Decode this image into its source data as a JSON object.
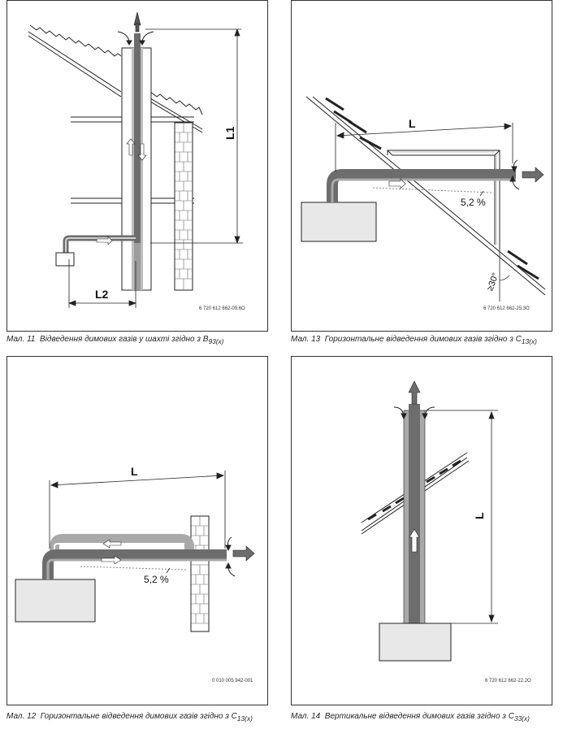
{
  "figures": [
    {
      "id": "fig11",
      "dimension_labels": [
        "L1",
        "L2"
      ],
      "code": "6 720 612 662-09.6O",
      "caption_number": "Мал. 11",
      "caption_text": "Відведення димових газів у шахті згідно з B",
      "caption_sub": "93(x)"
    },
    {
      "id": "fig13",
      "dimension_labels": [
        "L"
      ],
      "slope": "5,2 %",
      "angle": "≥30°",
      "code": "6 720 612 662-25.3O",
      "caption_number": "Мал. 13",
      "caption_text": "Горизонтальне відведення димових газів згідно з C",
      "caption_sub": "13(x)"
    },
    {
      "id": "fig12",
      "dimension_labels": [
        "L"
      ],
      "slope": "5,2 %",
      "code": "0 010 005 942-001",
      "caption_number": "Мал. 12",
      "caption_text": "Горизонтальне відведення димових газів згідно з C",
      "caption_sub": "13(x)"
    },
    {
      "id": "fig14",
      "dimension_labels": [
        "L"
      ],
      "code": "6 720 612 662-22.2O",
      "caption_number": "Мал. 14",
      "caption_text": "Вертикальне відведення димових газів згідно з C",
      "caption_sub": "33(x)"
    }
  ],
  "colors": {
    "pipe_dark": "#6d6d6d",
    "pipe_light": "#a9a9a9",
    "line": "#222222",
    "box_fill": "#e4e4e4"
  }
}
